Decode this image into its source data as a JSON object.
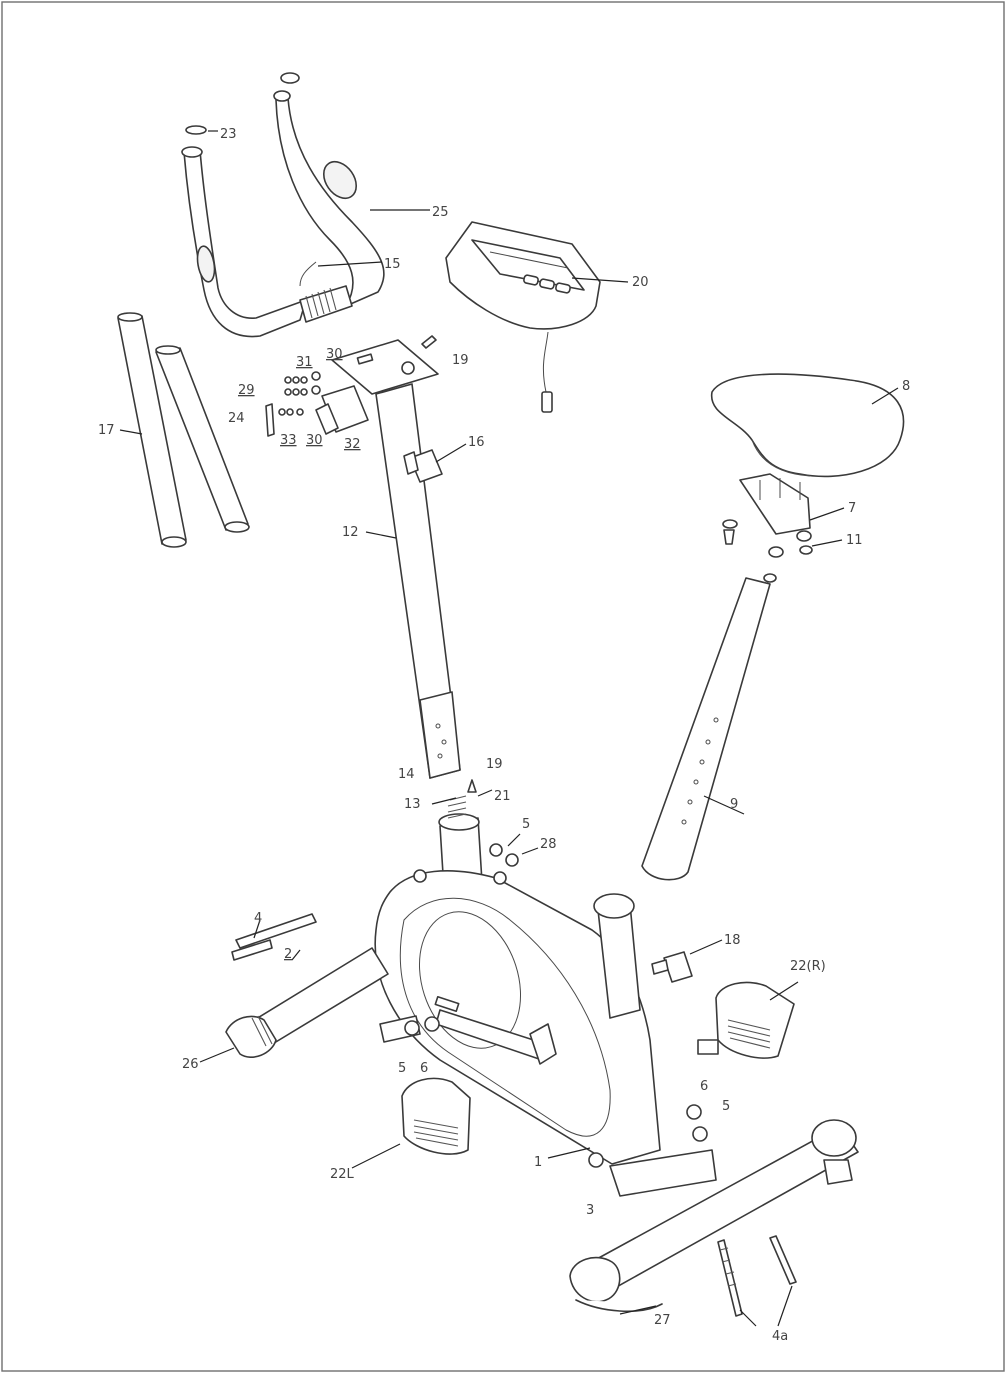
{
  "diagram": {
    "callouts": [
      {
        "id": "c23",
        "text": "23"
      },
      {
        "id": "c25",
        "text": "25"
      },
      {
        "id": "c15",
        "text": "15"
      },
      {
        "id": "c20",
        "text": "20"
      },
      {
        "id": "c31",
        "text": "31"
      },
      {
        "id": "c30a",
        "text": "30"
      },
      {
        "id": "c29",
        "text": "29"
      },
      {
        "id": "c19a",
        "text": "19"
      },
      {
        "id": "c24",
        "text": "24"
      },
      {
        "id": "c33",
        "text": "33"
      },
      {
        "id": "c30b",
        "text": "30"
      },
      {
        "id": "c32",
        "text": "32"
      },
      {
        "id": "c16",
        "text": "16"
      },
      {
        "id": "c17",
        "text": "17"
      },
      {
        "id": "c12",
        "text": "12"
      },
      {
        "id": "c8",
        "text": "8"
      },
      {
        "id": "c7",
        "text": "7"
      },
      {
        "id": "c11",
        "text": "11"
      },
      {
        "id": "c9",
        "text": "9"
      },
      {
        "id": "c14",
        "text": "14"
      },
      {
        "id": "c19b",
        "text": "19"
      },
      {
        "id": "c13",
        "text": "13"
      },
      {
        "id": "c21",
        "text": "21"
      },
      {
        "id": "c5a",
        "text": "5"
      },
      {
        "id": "c28",
        "text": "28"
      },
      {
        "id": "c4",
        "text": "4"
      },
      {
        "id": "c18",
        "text": "18"
      },
      {
        "id": "c2",
        "text": "2"
      },
      {
        "id": "c22r",
        "text": "22(R)"
      },
      {
        "id": "c26",
        "text": "26"
      },
      {
        "id": "c5b",
        "text": "5"
      },
      {
        "id": "c6a",
        "text": "6"
      },
      {
        "id": "c6b",
        "text": "6"
      },
      {
        "id": "c5c",
        "text": "5"
      },
      {
        "id": "c22l",
        "text": "22L"
      },
      {
        "id": "c1",
        "text": "1"
      },
      {
        "id": "c3",
        "text": "3"
      },
      {
        "id": "c27",
        "text": "27"
      },
      {
        "id": "c4a",
        "text": "4a"
      }
    ]
  }
}
